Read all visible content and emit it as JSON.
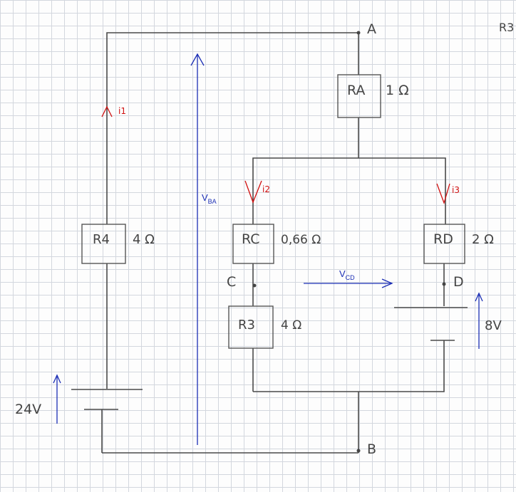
{
  "diagram": {
    "nodes": {
      "A": "A",
      "B": "B",
      "C": "C",
      "D": "D"
    },
    "corner_text": "R3",
    "resistors": {
      "RA": {
        "label": "RA",
        "value": "1 Ω"
      },
      "R4": {
        "label": "R4",
        "value": "4 Ω"
      },
      "RC": {
        "label": "RC",
        "value": "0,66 Ω"
      },
      "RD": {
        "label": "RD",
        "value": "2 Ω"
      },
      "R3": {
        "label": "R3",
        "value": "4 Ω"
      }
    },
    "sources": {
      "left": "24V",
      "right": "8V"
    },
    "currents": {
      "i1": "i1",
      "i2": "i2",
      "i3": "i3"
    },
    "voltages": {
      "vba": {
        "main": "V",
        "sub": "BA"
      },
      "vcd": {
        "main": "V",
        "sub": "CD"
      }
    },
    "colors": {
      "current": "#d01010",
      "voltage": "#1c2fb5",
      "pencil": "#4a4a4a"
    }
  }
}
